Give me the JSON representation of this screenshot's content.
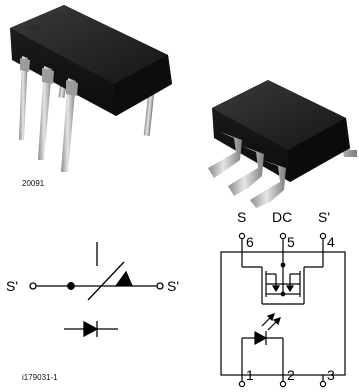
{
  "photo": {
    "code": "20091"
  },
  "switch_symbol": {
    "left_terminal": "S'",
    "right_terminal": "S'"
  },
  "ic_diagram": {
    "top_pins": [
      {
        "name": "S",
        "number": "6"
      },
      {
        "name": "DC",
        "number": "5"
      },
      {
        "name": "S'",
        "number": "4"
      }
    ],
    "bottom_pins": [
      "1",
      "2",
      "3"
    ]
  },
  "footer": {
    "figure_code": "i179031-1"
  },
  "colors": {
    "package_body": "#1c1c1c",
    "lead_metal": "#b8b8b8",
    "line": "#000000"
  }
}
